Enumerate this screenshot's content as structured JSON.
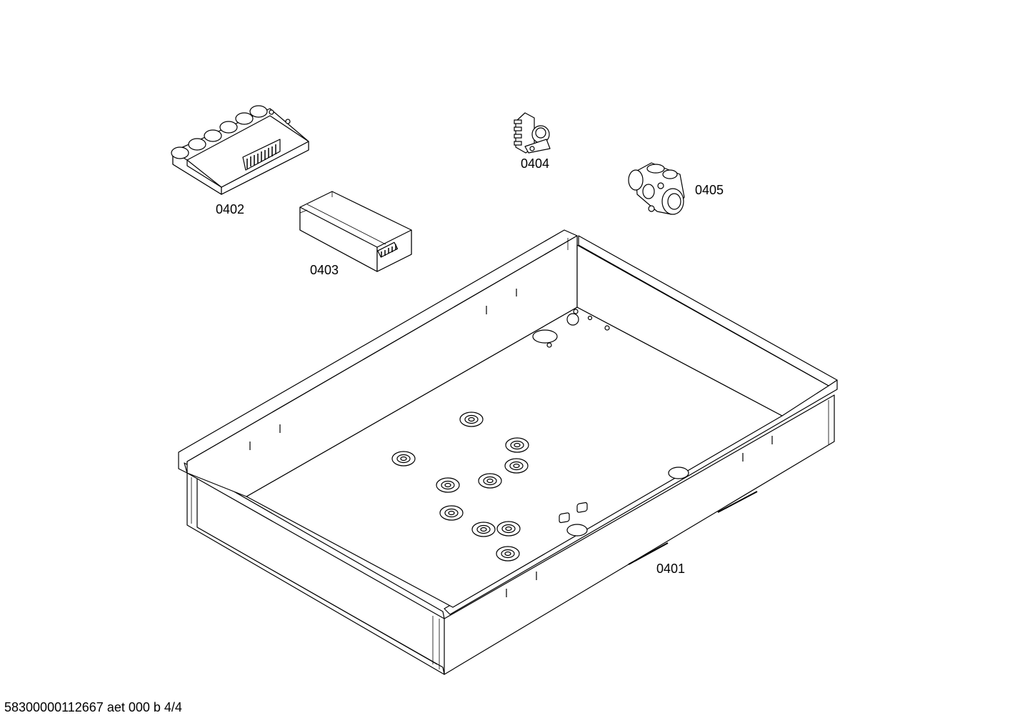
{
  "parts": [
    {
      "id": "0401",
      "name": "base-tray"
    },
    {
      "id": "0402",
      "name": "control-module"
    },
    {
      "id": "0403",
      "name": "transformer-box"
    },
    {
      "id": "0404",
      "name": "terminal-block"
    },
    {
      "id": "0405",
      "name": "gas-valve"
    }
  ],
  "labels": {
    "p0401": "0401",
    "p0402": "0402",
    "p0403": "0403",
    "p0404": "0404",
    "p0405": "0405"
  },
  "footer": "58300000112667 aet 000 b 4/4"
}
